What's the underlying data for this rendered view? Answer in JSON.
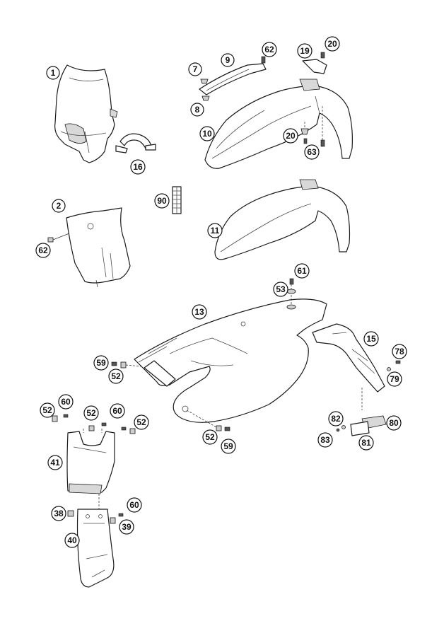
{
  "callouts": {
    "c1": "1",
    "c2": "2",
    "c7": "7",
    "c8": "8",
    "c9": "9",
    "c10": "10",
    "c11": "11",
    "c13": "13",
    "c15": "15",
    "c16": "16",
    "c19": "19",
    "c20a": "20",
    "c20b": "20",
    "c38": "38",
    "c39": "39",
    "c40": "40",
    "c41": "41",
    "c52a": "52",
    "c52b": "52",
    "c52c": "52",
    "c52d": "52",
    "c52e": "52",
    "c53": "53",
    "c59a": "59",
    "c59b": "59",
    "c60a": "60",
    "c60b": "60",
    "c60c": "60",
    "c61": "61",
    "c62a": "62",
    "c62b": "62",
    "c63": "63",
    "c78": "78",
    "c79": "79",
    "c80": "80",
    "c81": "81",
    "c82": "82",
    "c83": "83",
    "c90": "90"
  }
}
